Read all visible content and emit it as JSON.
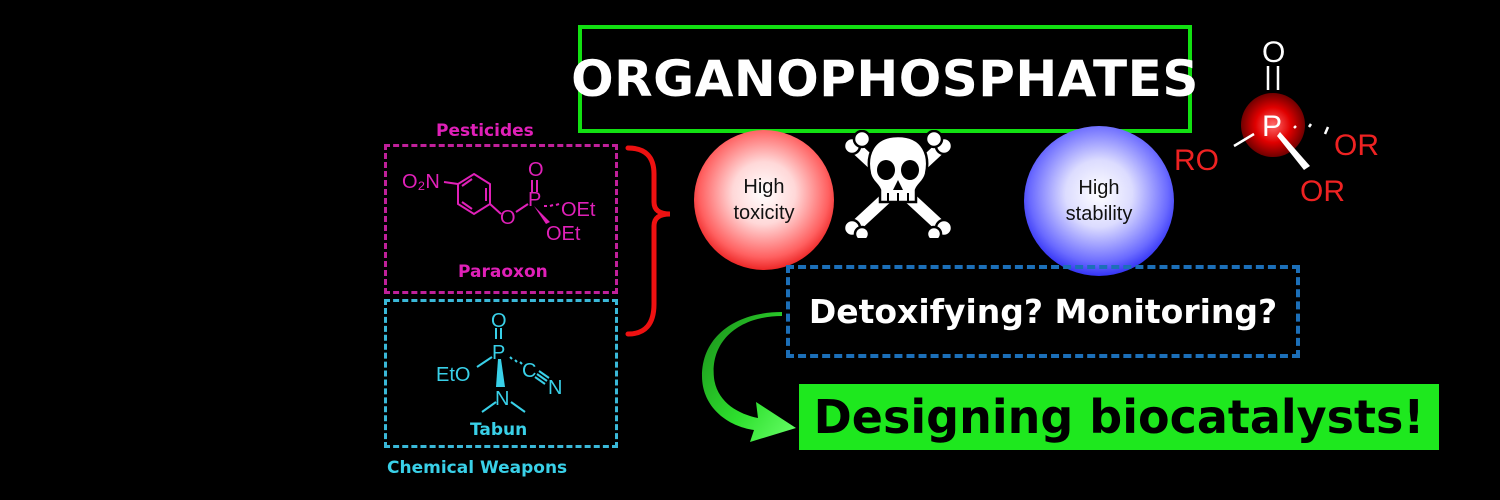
{
  "title": "ORGANOPHOSPHATES",
  "categories": {
    "pesticides": "Pesticides",
    "chemical_weapons": "Chemical Weapons"
  },
  "compounds": {
    "paraoxon": {
      "name": "Paraoxon",
      "groups": {
        "nitro": "O₂N",
        "o_bridge": "O",
        "p": "P",
        "o_double": "O",
        "oet1": "OEt",
        "oet2": "OEt"
      }
    },
    "tabun": {
      "name": "Tabun",
      "groups": {
        "o_double": "O",
        "p": "P",
        "eto": "EtO",
        "c": "C",
        "n_nitrile": "N",
        "n_amine": "N"
      }
    }
  },
  "properties": {
    "toxicity": [
      "High",
      "toxicity"
    ],
    "stability": [
      "High",
      "stability"
    ]
  },
  "icons": {
    "hazard": "skull-crossbones-icon",
    "flow": "curved-arrow-icon"
  },
  "question": "Detoxifying? Monitoring?",
  "conclusion": "Designing biocatalysts!",
  "general_structure": {
    "o": "O",
    "p": "P",
    "ro": "RO",
    "or1": "OR",
    "or2": "OR"
  },
  "colors": {
    "title_border": "#12e012",
    "pesticide": "#e020b8",
    "weapon": "#39d0e8",
    "bracket": "#ee1111",
    "question_border": "#1c6fb8",
    "conclusion_bg": "#1ee81e",
    "general_structure": "#ee2222"
  }
}
